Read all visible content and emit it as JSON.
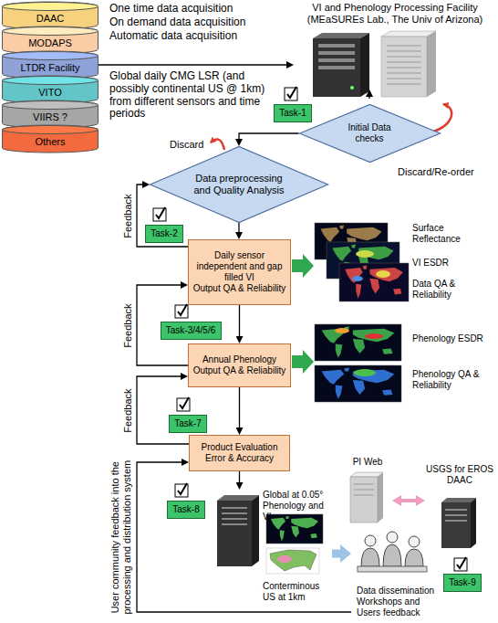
{
  "diagram": {
    "nodes": [
      {
        "text": [
          "DAAC"
        ]
      },
      {
        "text": [
          "MODAPS"
        ]
      },
      {
        "text": [
          "LTDR Facility"
        ]
      },
      {
        "text": [
          "VITO"
        ]
      },
      {
        "text": [
          "VIIRS ?"
        ]
      },
      {
        "text": [
          "Others"
        ]
      },
      {
        "text": [
          "VI and Phenology Processing Facility (MEaSUREs Lab., The Univ of Arizona)"
        ]
      },
      {
        "text": [
          "Task-1"
        ]
      },
      {
        "text": [
          "Initial Data checks"
        ]
      },
      {
        "text": [
          "Data preprocessing and Quality Analysis"
        ]
      },
      {
        "text": [
          "Task-2"
        ]
      },
      {
        "text": [
          "Daily sensor independent and gap filled VI",
          "Output QA & Reliability"
        ]
      },
      {
        "text": [
          "Task-3/4/5/6"
        ]
      },
      {
        "text": [
          "Annual Phenology",
          "Output QA & Reliability"
        ]
      },
      {
        "text": [
          "Task-7"
        ]
      },
      {
        "text": [
          "Product Evaluation",
          "Error & Accuracy"
        ]
      },
      {
        "text": [
          "Task-8"
        ]
      },
      {
        "text": [
          "Global at 0.05° Phenology and VI",
          "Conterminous US at 1km"
        ]
      },
      {
        "text": [
          "PI Web"
        ]
      },
      {
        "text": [
          "USGS for EROS DAAC"
        ]
      },
      {
        "text": [
          "Task-9"
        ]
      },
      {
        "text": [
          "Data dissemination Workshops and Users feedback"
        ]
      }
    ],
    "edges": [
      {
        "from": 2,
        "to": 6,
        "arrow": "to"
      },
      {
        "from": 6,
        "to": 8,
        "arrow": "to"
      },
      {
        "from": 8,
        "to": 9,
        "arrow": "to"
      },
      {
        "from": 9,
        "to": 11,
        "arrow": "to"
      },
      {
        "from": 11,
        "to": 13,
        "arrow": "to"
      },
      {
        "from": 13,
        "to": 15,
        "arrow": "to"
      },
      {
        "from": 15,
        "to": 17,
        "arrow": "to"
      },
      {
        "from": 11,
        "to": 9,
        "label": "Feedback",
        "arrow": "to"
      },
      {
        "from": 13,
        "to": 11,
        "label": "Feedback",
        "arrow": "to"
      },
      {
        "from": 15,
        "to": 13,
        "label": "Feedback",
        "arrow": "to"
      },
      {
        "from": 17,
        "to": 21,
        "arrow": "to"
      },
      {
        "from": 18,
        "to": 19,
        "arrow": "both"
      },
      {
        "from": 21,
        "to": 15,
        "label": "User community feedback into the processing and distribution system",
        "arrow": "to"
      }
    ],
    "labels": [
      "One time data acquisition",
      "On demand data acquisition",
      "Automatic data acquisition",
      "Global daily CMG LSR (and possibly continental US @ 1km) from different sensors and time periods",
      "Discard/Re-order",
      "Discard",
      "Surface Reflectance",
      "VI ESDR",
      "Data QA & Reliability",
      "Phenology ESDR",
      "Phenology QA & Reliability"
    ]
  }
}
